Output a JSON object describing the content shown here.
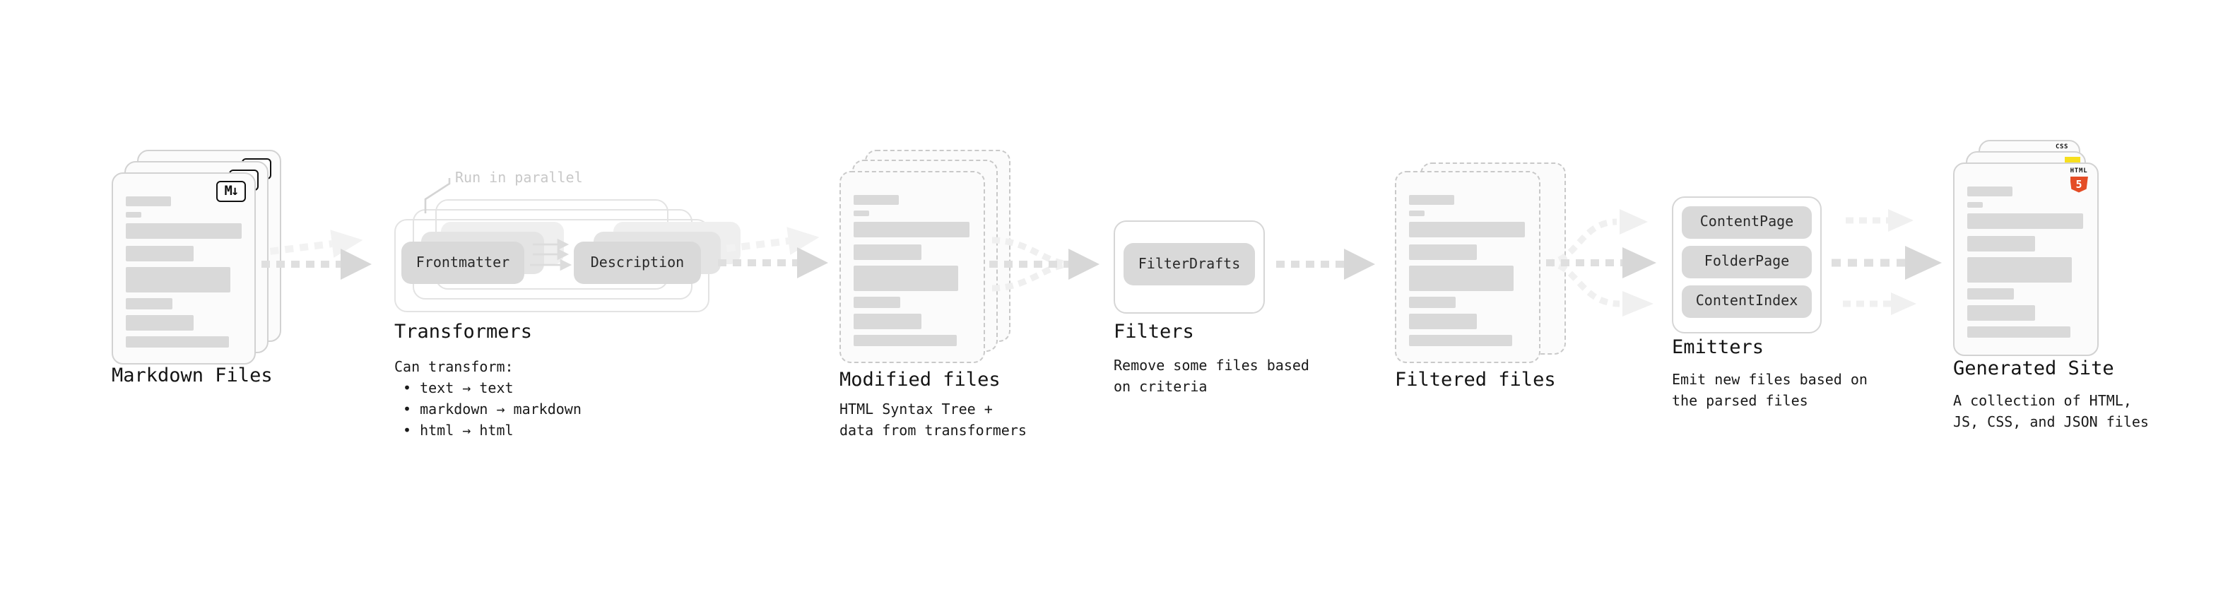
{
  "pipeline": {
    "markdown_files": {
      "label": "Markdown Files",
      "badge": "M↓"
    },
    "transformers": {
      "label": "Transformers",
      "annotation": "Run in parallel",
      "box_frontmatter": "Frontmatter",
      "box_description": "Description",
      "desc_title": "Can transform:",
      "bullets": {
        "b1": "• text → text",
        "b2": "• markdown → markdown",
        "b3": "• html → html"
      }
    },
    "modified_files": {
      "label": "Modified files",
      "desc1": "HTML Syntax Tree +",
      "desc2": "data from transformers"
    },
    "filters": {
      "label": "Filters",
      "box_filterdrafts": "FilterDrafts",
      "desc1": "Remove some files based",
      "desc2": "on criteria"
    },
    "filtered_files": {
      "label": "Filtered files"
    },
    "emitters": {
      "label": "Emitters",
      "box_contentpage": "ContentPage",
      "box_folderpage": "FolderPage",
      "box_contentindex": "ContentIndex",
      "desc1": "Emit new files based on",
      "desc2": "the parsed files"
    },
    "generated_site": {
      "label": "Generated Site",
      "desc1": "A collection of HTML,",
      "desc2": "JS, CSS, and JSON files",
      "html5_badge": {
        "title": "HTML",
        "number": "5"
      },
      "css_badge": "CSS"
    },
    "colors": {
      "doc_fill": "#fbfbfb",
      "doc_border": "#d2d2d2",
      "dashed_border": "#c9c9c9",
      "placeholder_bar": "#d9d9d9",
      "box_fill": "#d9d9d9",
      "arrow_dark": "#dfdfdf",
      "arrow_light": "#f1f1f1",
      "annotation_gray": "#c8c8c8",
      "text": "#1a1a1a",
      "html5_orange": "#e44d26",
      "js_yellow": "#f7df1e",
      "css_blue": "#2965f1"
    }
  }
}
